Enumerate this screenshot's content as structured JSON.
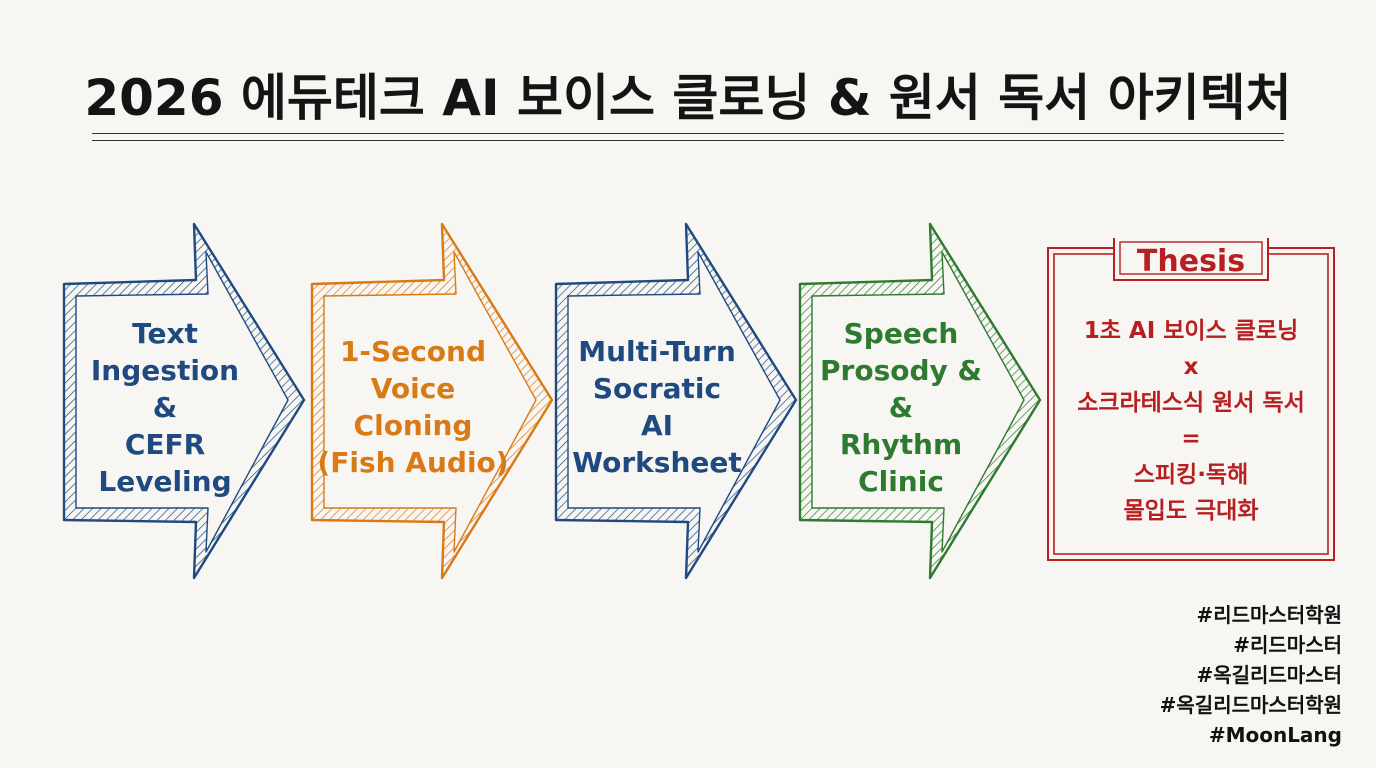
{
  "title": "2026 에듀테크 AI 보이스 클로닝 & 원서 독서 아키텍처",
  "steps": [
    {
      "lines": [
        "Text",
        "Ingestion",
        "&",
        "CEFR",
        "Leveling"
      ],
      "color": "#1f4a80"
    },
    {
      "lines": [
        "1-Second",
        "Voice",
        "Cloning",
        "(Fish Audio)"
      ],
      "color": "#d97a17"
    },
    {
      "lines": [
        "Multi-Turn",
        "Socratic",
        "AI",
        "Worksheet"
      ],
      "color": "#1f4a80"
    },
    {
      "lines": [
        "Speech",
        "Prosody &",
        "&",
        "Rhythm",
        "Clinic"
      ],
      "color": "#2e7a30"
    }
  ],
  "thesis": {
    "title": "Thesis",
    "lines": [
      "1초 AI 보이스 클로닝",
      "x",
      "소크라테스식 원서 독서",
      "=",
      "스피킹·독해",
      "몰입도 극대화"
    ],
    "color": "#b81f22"
  },
  "hashtags": [
    "#리드마스터학원",
    "#리드마스터",
    "#옥길리드마스터",
    "#옥길리드마스터학원",
    "#MoonLang"
  ]
}
